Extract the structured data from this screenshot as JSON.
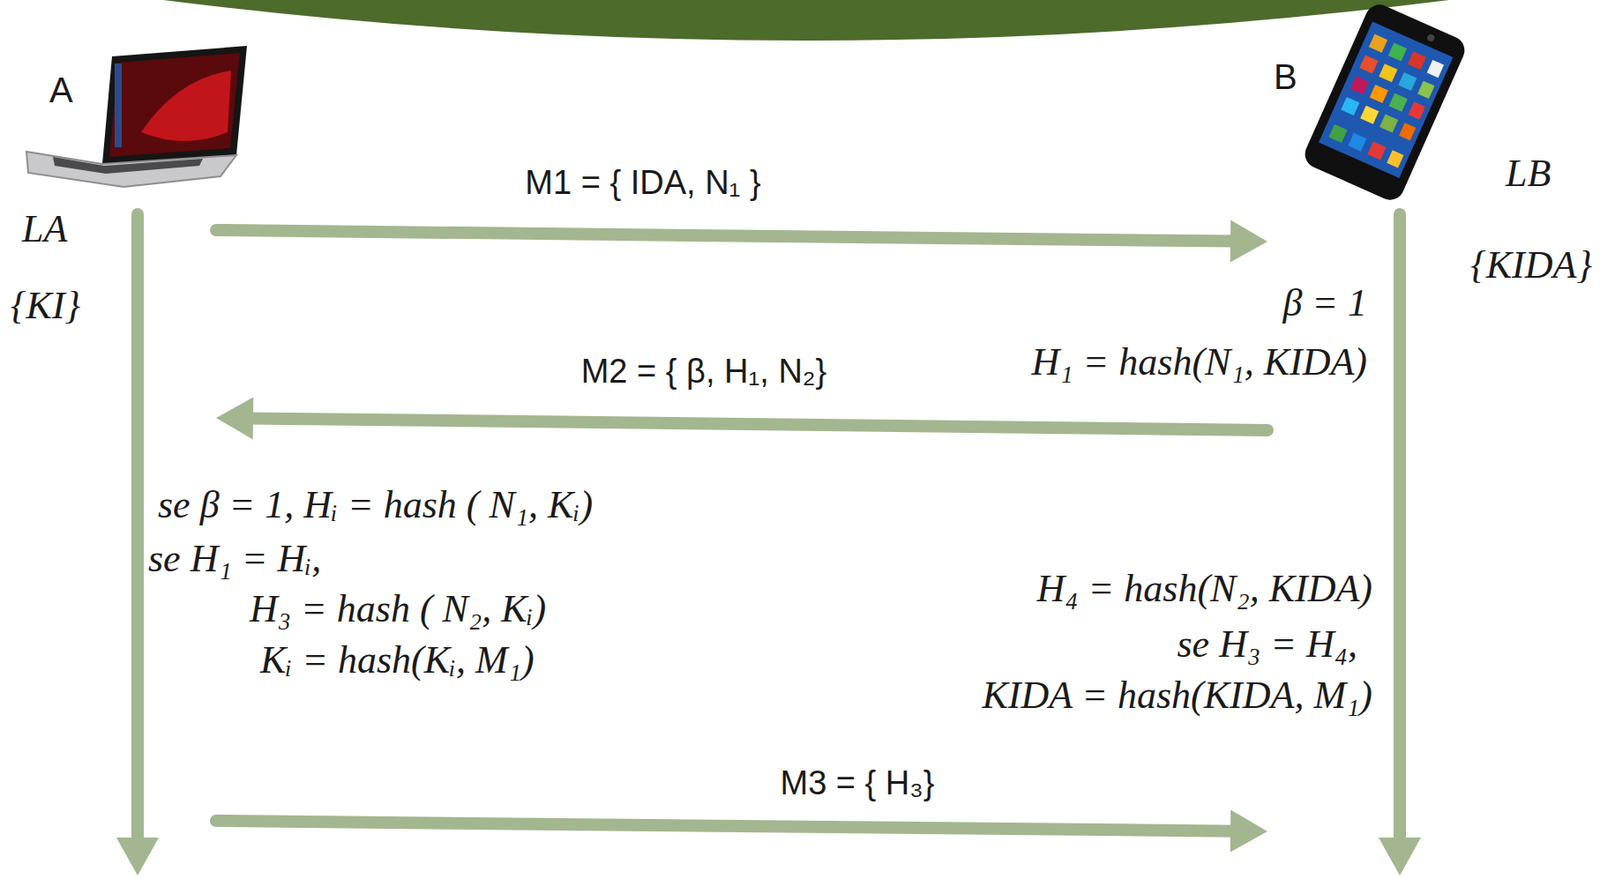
{
  "diagram": {
    "nodes": [
      {
        "text": [
          "A",
          "LA",
          "{KI}"
        ]
      },
      {
        "text": [
          "B",
          "LB",
          "{KIDA}"
        ]
      }
    ],
    "edges": [
      {
        "from": 0,
        "to": 1,
        "arrow": "to",
        "label": "M1 = { IDA, N₁ }"
      },
      {
        "from": 1,
        "to": 0,
        "arrow": "to",
        "label": "M2 = { β, H₁, N₂}"
      },
      {
        "from": 0,
        "to": 1,
        "arrow": "to",
        "label": "M3 = { H₃}"
      }
    ],
    "labels": [
      "β = 1",
      "H₁ = hash(N₁, KIDA)",
      "se β = 1, Hᵢ = hash ( N₁, Kᵢ)",
      "se H₁ = Hᵢ,",
      "H₃ = hash ( N₂, Kᵢ)",
      "Kᵢ = hash(Kᵢ, M₁)",
      "H₄ = hash(N₂, KIDA)",
      "se H₃ = H₄,",
      "KIDA = hash(KIDA, M₁)"
    ]
  }
}
